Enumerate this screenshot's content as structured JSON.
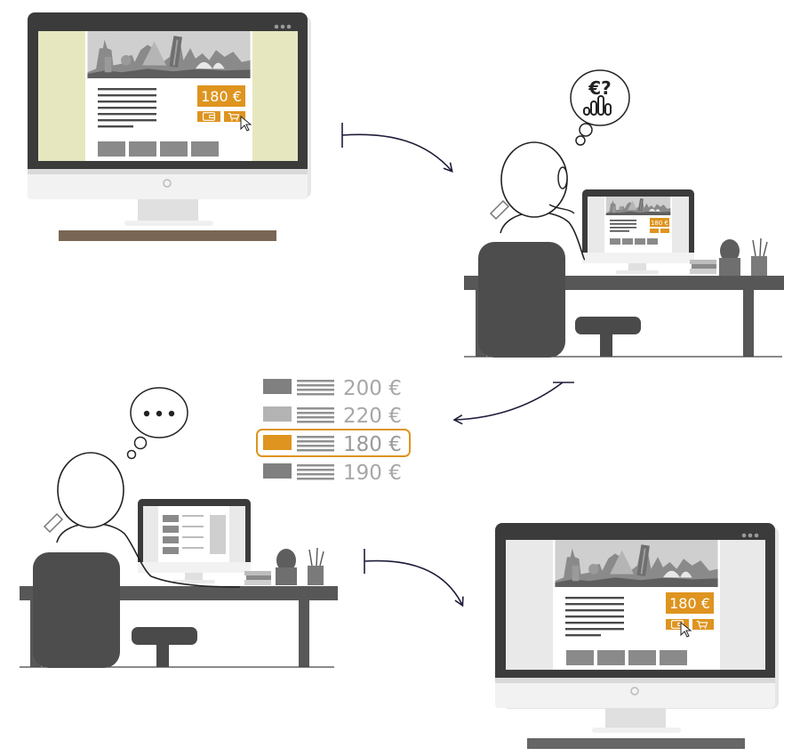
{
  "colors": {
    "accent": "#de941f",
    "dark": "#4d4d4d",
    "mid": "#808080",
    "light": "#b3b3b3",
    "page_bg_tint": "#e8e8c0",
    "outline": "#222222"
  },
  "product_page": {
    "price": "180 €",
    "icons": [
      "wallet-icon",
      "cart-icon"
    ]
  },
  "thought_bubbles": {
    "first": "€?",
    "second": "..."
  },
  "price_comparison": [
    {
      "price": "200 €",
      "selected": false
    },
    {
      "price": "220 €",
      "selected": false
    },
    {
      "price": "180 €",
      "selected": true
    },
    {
      "price": "190 €",
      "selected": false
    }
  ]
}
